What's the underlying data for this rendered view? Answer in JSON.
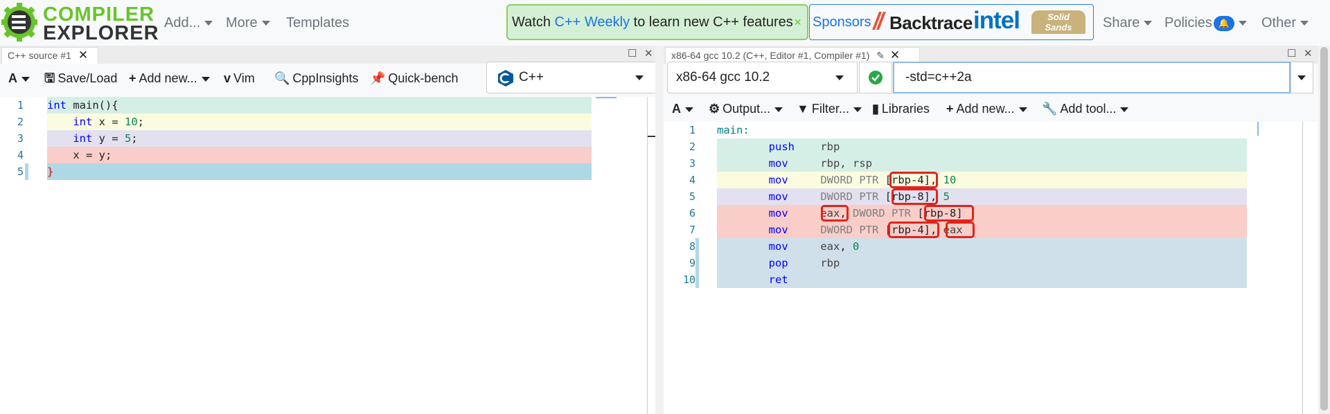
{
  "navbar": {
    "logo_line1": "COMPILER",
    "logo_line2": "EXPLORER",
    "add": "Add...",
    "more": "More",
    "templates": "Templates",
    "motd_pre": "Watch ",
    "motd_link": "C++ Weekly",
    "motd_post": " to learn new C++ features",
    "motd_close": "×",
    "sponsors_label": "Sponsors",
    "sponsor_backtrace": "Backtrace",
    "sponsor_intel": "intel",
    "sponsor_solid_1": "Solid",
    "sponsor_solid_2": "Sands",
    "share": "Share",
    "policies": "Policies",
    "other": "Other"
  },
  "editor": {
    "tab_title": "C++ source #1",
    "tab_close": "✕",
    "toolbar": {
      "font": "A",
      "save_load": "Save/Load",
      "add_new": "Add new...",
      "vim": "Vim",
      "cppinsights": "CppInsights",
      "quickbench": "Quick-bench"
    },
    "language": "C++",
    "lines": [
      {
        "n": "1",
        "bg": "#d6efe6"
      },
      {
        "n": "2",
        "bg": "#fbfbe0"
      },
      {
        "n": "3",
        "bg": "#e3e1ef"
      },
      {
        "n": "4",
        "bg": "#f9cdc8"
      },
      {
        "n": "5",
        "bg": "#aed8e6"
      }
    ]
  },
  "compiler": {
    "tab_title": "x86-64 gcc 10.2 (C++, Editor #1, Compiler #1)",
    "compiler_name": "x86-64 gcc 10.2",
    "options": "-std=c++2a",
    "toolbar": {
      "font": "A",
      "output": "Output...",
      "filter": "Filter...",
      "libraries": "Libraries",
      "add_new": "Add new...",
      "add_tool": "Add tool..."
    },
    "line_numbers": [
      "1",
      "2",
      "3",
      "4",
      "5",
      "6",
      "7",
      "8",
      "9",
      "10"
    ],
    "colors": {
      "line2": "#d6efe6",
      "line4": "#fbfbe0",
      "line5": "#e3e1ef",
      "line6": "#f9cdc8",
      "line8": "#cfe0ea"
    }
  },
  "colors": {
    "accent_green": "#67c52a",
    "link_blue": "#1a73e8",
    "highlight_red": "#e0231c"
  }
}
